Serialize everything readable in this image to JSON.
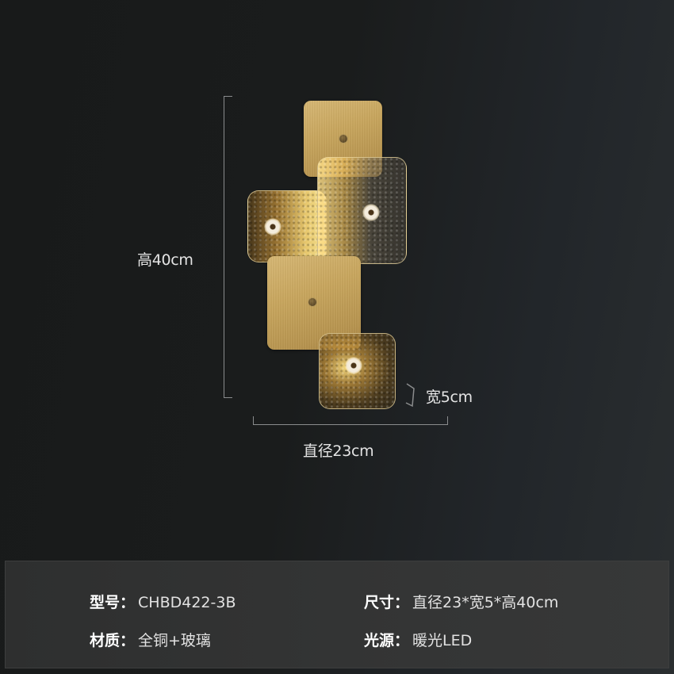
{
  "product": {
    "name": "Brass and textured glass wall lamp",
    "dimensions": {
      "height_label": "高40cm",
      "diameter_label": "直径23cm",
      "width_label": "宽5cm"
    }
  },
  "specs": [
    {
      "label": "型号：",
      "value": "CHBD422-3B"
    },
    {
      "label": "尺寸：",
      "value": "直径23*宽5*高40cm"
    },
    {
      "label": "材质：",
      "value": "全铜+玻璃"
    },
    {
      "label": "光源：",
      "value": "暖光LED"
    }
  ],
  "colors": {
    "background": "#1a1c1c",
    "panel": "#333434",
    "brass": "#c9a75f",
    "dimension_line": "#8a8c8d",
    "text": "#e6e6e6"
  }
}
